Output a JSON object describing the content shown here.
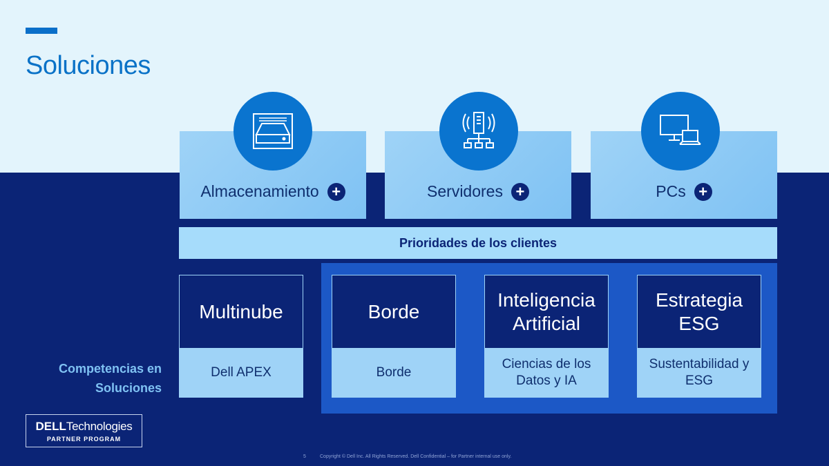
{
  "title": "Soluciones",
  "products": [
    {
      "label": "Almacenamiento",
      "icon": "storage-drive-icon"
    },
    {
      "label": "Servidores",
      "icon": "server-tower-icon"
    },
    {
      "label": "PCs",
      "icon": "desktop-laptop-icon"
    }
  ],
  "plus_symbol": "+",
  "priorities_label": "Prioridades de los clientes",
  "side_label_line1": "Competencias en",
  "side_label_line2": "Soluciones",
  "competencies": [
    {
      "title": "Multinube",
      "subtitle": "Dell APEX"
    },
    {
      "title": "Borde",
      "subtitle": "Borde"
    },
    {
      "title_line1": "Inteligencia",
      "title_line2": "Artificial",
      "subtitle_line1": "Ciencias de los",
      "subtitle_line2": "Datos y IA"
    },
    {
      "title_line1": "Estrategia",
      "title_line2": "ESG",
      "subtitle_line1": "Sustentabilidad y",
      "subtitle_line2": "ESG"
    }
  ],
  "logo": {
    "brand": "DELL",
    "suffix": "Technologies",
    "program": "PARTNER PROGRAM"
  },
  "footer": {
    "page_number": "5",
    "copyright": "Copyright © Dell Inc. All Rights Reserved. Dell Confidential – for Partner internal use only."
  },
  "colors": {
    "title_blue": "#0a72c7",
    "navy": "#0b2476",
    "light_blue": "#9fd3f7",
    "mid_blue": "#1c58c6"
  }
}
